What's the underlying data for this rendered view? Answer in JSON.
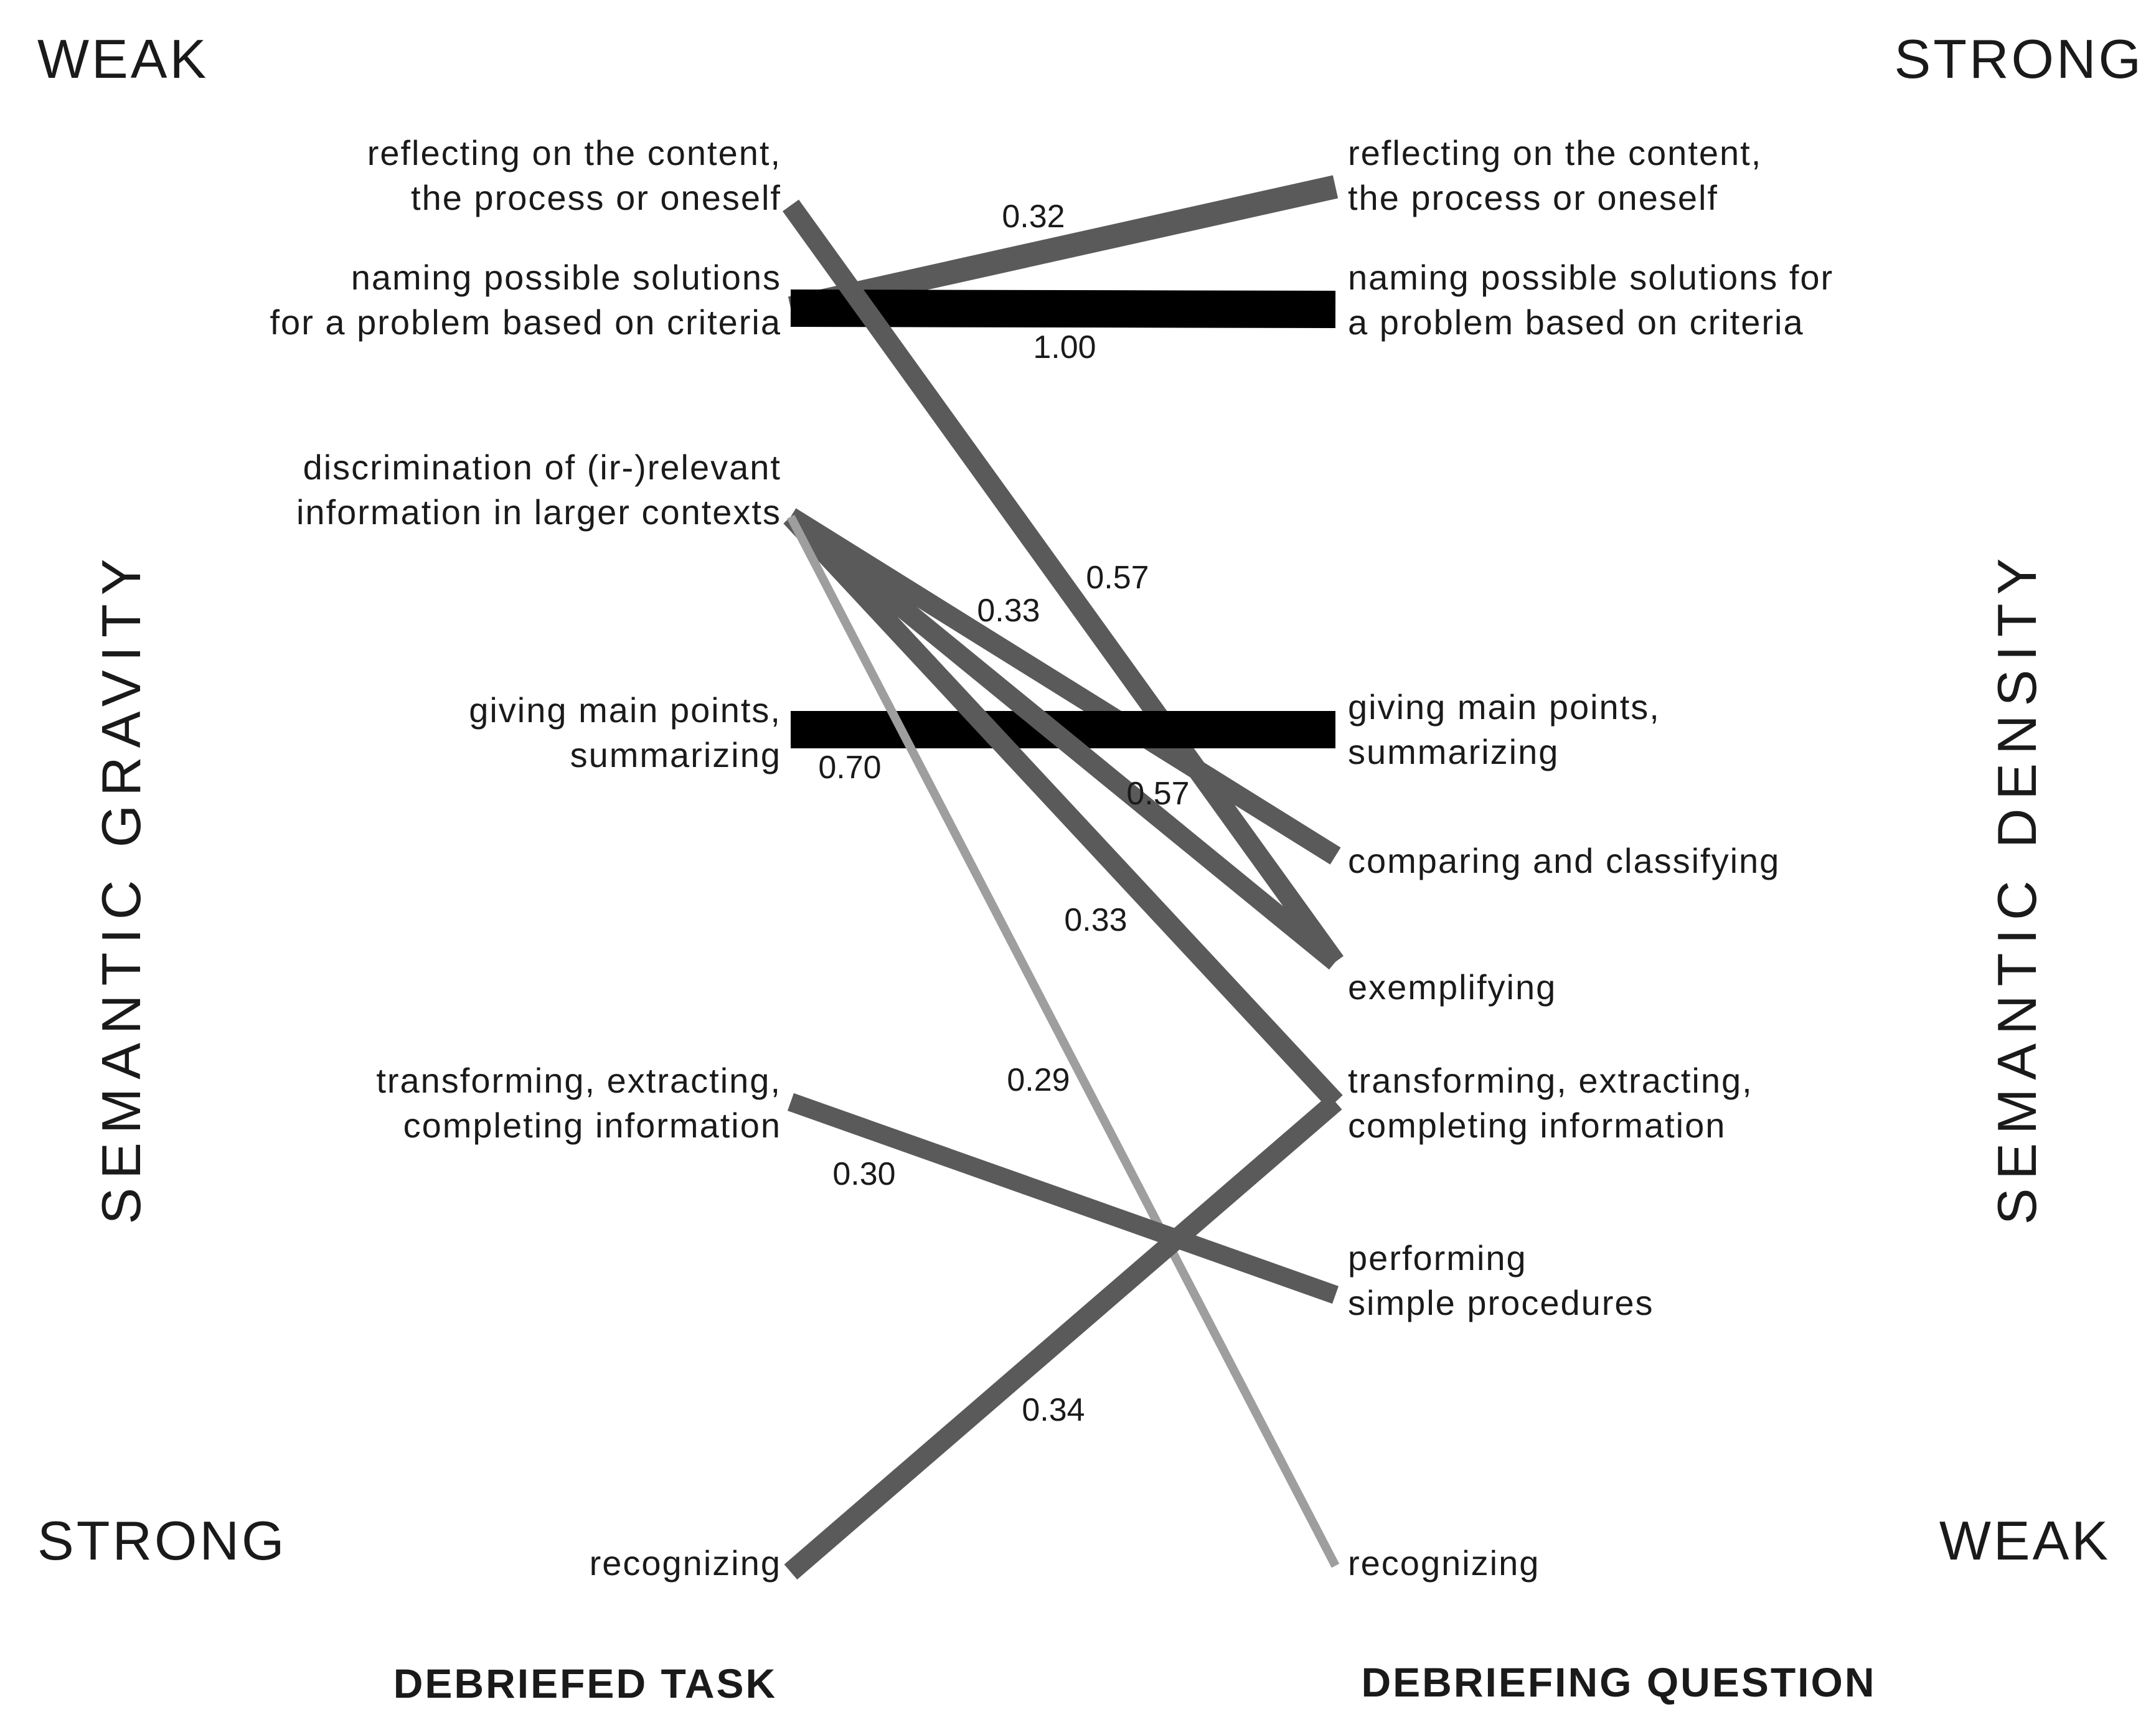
{
  "corners": {
    "top_left": "WEAK",
    "top_right": "STRONG",
    "bottom_left": "STRONG",
    "bottom_right": "WEAK"
  },
  "axis_titles": {
    "left": "SEMANTIC GRAVITY",
    "right": "SEMANTIC DENSITY"
  },
  "column_titles": {
    "left": "DEBRIEFED TASK",
    "right": "DEBRIEFING QUESTION"
  },
  "left_nodes": [
    {
      "id": "L_reflect",
      "lines": [
        "reflecting on the content,",
        "the process or oneself"
      ]
    },
    {
      "id": "L_naming",
      "lines": [
        "naming possible solutions",
        "for a problem based on criteria"
      ]
    },
    {
      "id": "L_discrim",
      "lines": [
        "discrimination of (ir-)relevant",
        "information in larger contexts"
      ]
    },
    {
      "id": "L_giving",
      "lines": [
        "giving main points,",
        "summarizing"
      ]
    },
    {
      "id": "L_transform",
      "lines": [
        "transforming, extracting,",
        "completing information"
      ]
    },
    {
      "id": "L_recog",
      "lines": [
        "recognizing"
      ]
    }
  ],
  "right_nodes": [
    {
      "id": "R_reflect",
      "lines": [
        "reflecting on the content,",
        "the process or oneself"
      ]
    },
    {
      "id": "R_naming",
      "lines": [
        "naming possible solutions for",
        "a problem based on criteria"
      ]
    },
    {
      "id": "R_giving",
      "lines": [
        "giving main points,",
        "summarizing"
      ]
    },
    {
      "id": "R_compare",
      "lines": [
        "comparing and classifying"
      ]
    },
    {
      "id": "R_exempl",
      "lines": [
        "exemplifying"
      ]
    },
    {
      "id": "R_transform",
      "lines": [
        "transforming, extracting,",
        "completing information"
      ]
    },
    {
      "id": "R_perform",
      "lines": [
        "performing",
        "simple procedures"
      ]
    },
    {
      "id": "R_recog",
      "lines": [
        "recognizing"
      ]
    }
  ],
  "links": [
    {
      "from": "L_naming",
      "to": "R_reflect",
      "weight": "0.32",
      "color": "#5a5a5a"
    },
    {
      "from": "L_naming",
      "to": "R_naming",
      "weight": "1.00",
      "color": "#000000"
    },
    {
      "from": "L_reflect",
      "to": "R_exempl",
      "weight": "0.57",
      "color": "#5a5a5a"
    },
    {
      "from": "L_discrim",
      "to": "R_compare",
      "weight": "0.33",
      "color": "#5a5a5a"
    },
    {
      "from": "L_giving",
      "to": "R_giving",
      "weight": "0.70",
      "color": "#000000"
    },
    {
      "from": "L_discrim",
      "to": "R_exempl",
      "weight": "0.57",
      "color": "#5a5a5a"
    },
    {
      "from": "L_discrim",
      "to": "R_transform",
      "weight": "0.33",
      "color": "#5a5a5a"
    },
    {
      "from": "L_discrim",
      "to": "R_recog",
      "weight": "0.29",
      "color": "#9e9e9e"
    },
    {
      "from": "L_transform",
      "to": "R_perform",
      "weight": "0.30",
      "color": "#5a5a5a"
    },
    {
      "from": "L_recog",
      "to": "R_transform",
      "weight": "0.34",
      "color": "#5a5a5a"
    }
  ]
}
